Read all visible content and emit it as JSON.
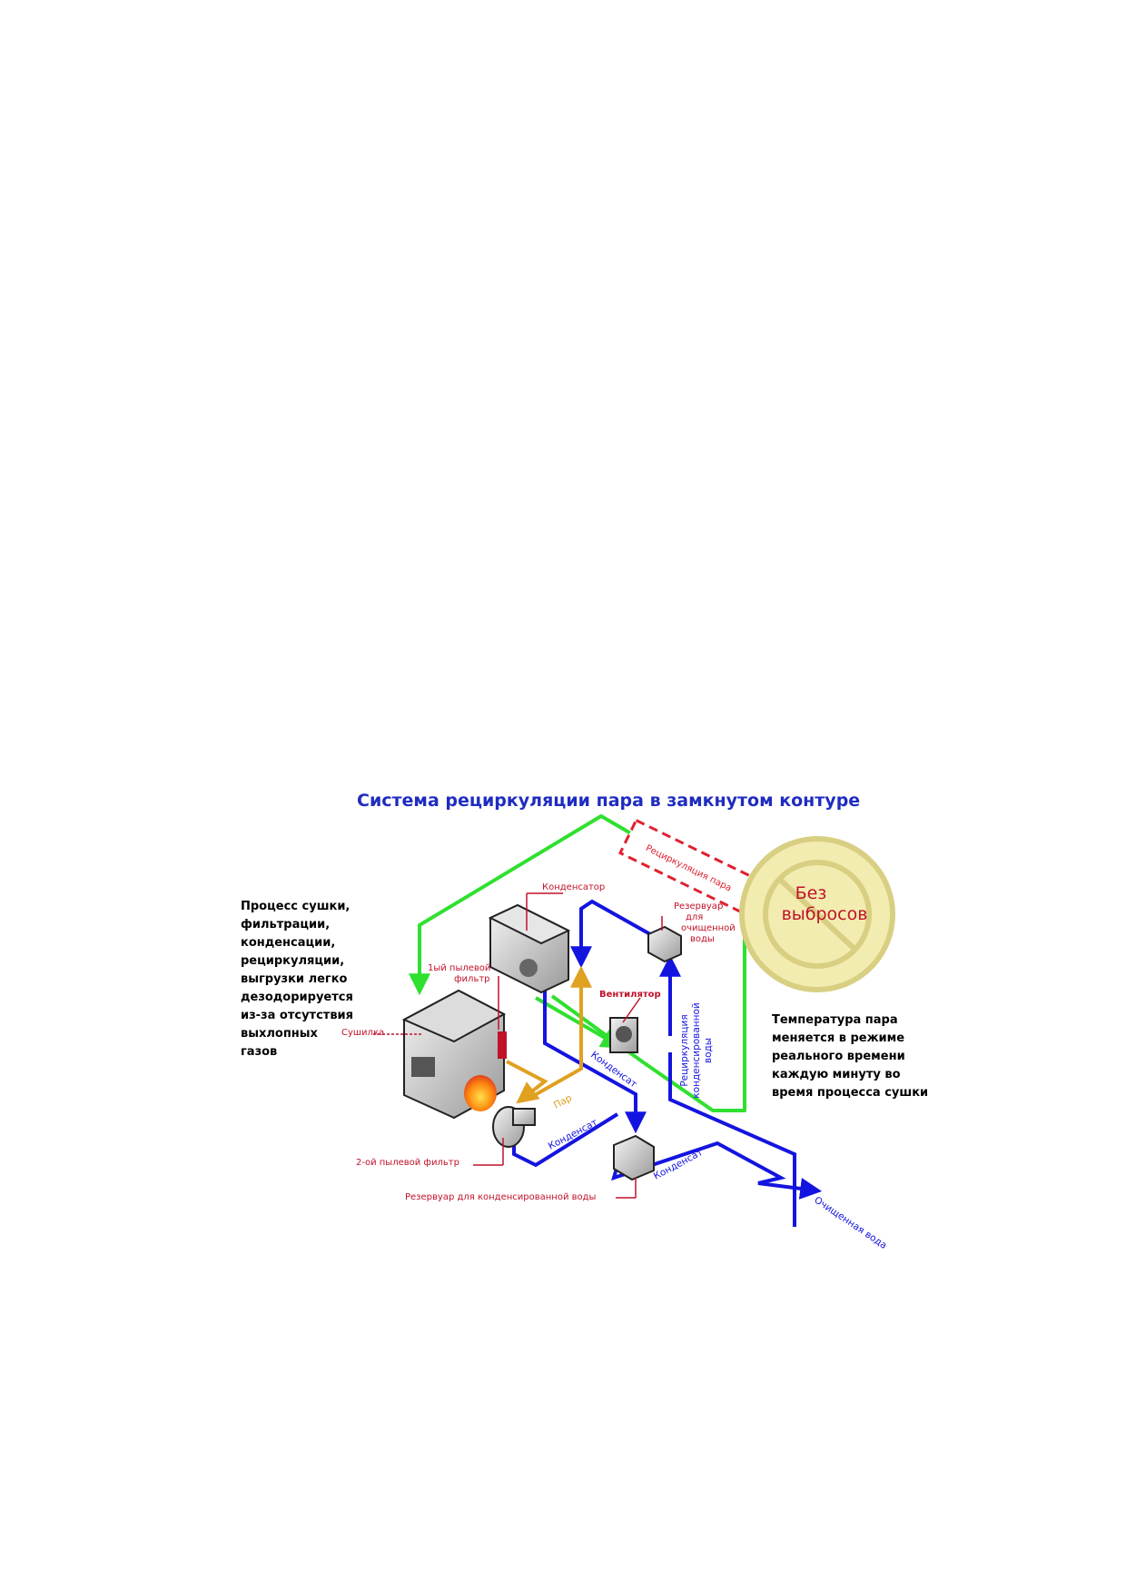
{
  "diagram": {
    "title": "Система рециркуляции пара в замкнутом контуре",
    "left_note": [
      "Процесс сушки,",
      "фильтрации,",
      "конденсации,",
      "рециркуляции,",
      "выгрузки легко",
      "дезодорируется",
      "из-за отсутствия",
      "выхлопных",
      "газов"
    ],
    "right_note": [
      "Температура пара",
      "меняется в режиме",
      "реального времени",
      "каждую минуту во",
      "время процесса сушки"
    ],
    "recirc_box": "Рециркуляция пара",
    "no_emission": [
      "Без",
      "выбросов"
    ],
    "components": {
      "condenser": "Конденсатор",
      "filter1": [
        "1ый пылевой",
        "фильтр"
      ],
      "reservoir_clean": [
        "Резервуар",
        "для",
        "очищенной",
        "воды"
      ],
      "fan": "Вентилятор",
      "dryer": "Сушилка",
      "filter2": "2-ой пылевой фильтр",
      "reservoir_cond": "Резервуар для конденсированной воды"
    },
    "flows": {
      "steam": "Пар",
      "condensate": "Конденсат",
      "recirc_water": [
        "Рециркуляция",
        "конденсированной",
        "воды"
      ],
      "clean_water": "Очищенная вода"
    },
    "colors": {
      "title": "#1f2cc0",
      "label_red": "#c0122a",
      "steam_line": "#2fe02f",
      "water_line": "#1414e0",
      "vapor_line": "#e0a020",
      "sign_fill": "#f2ecb0",
      "sign_stroke": "#d9cf82"
    }
  }
}
